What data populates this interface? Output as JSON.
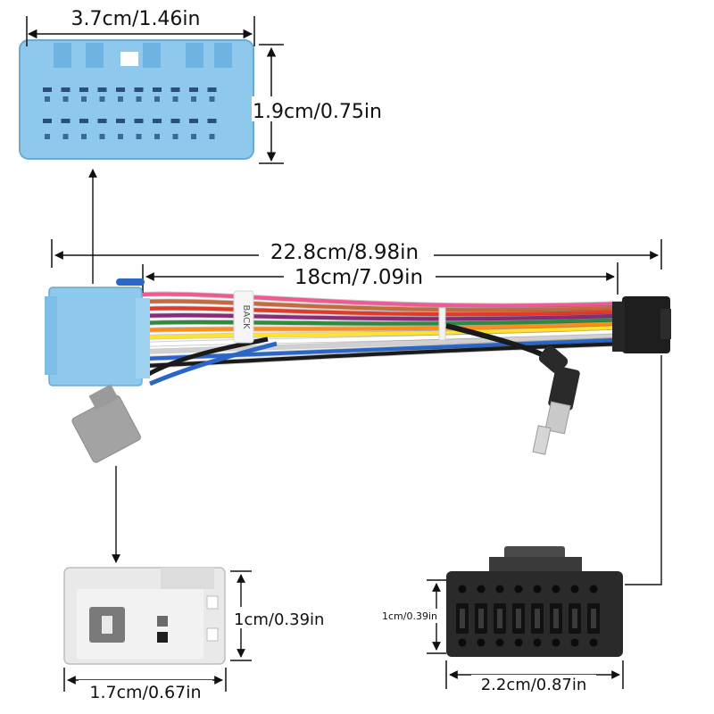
{
  "dimensions": {
    "blue_connector_width": "3.7cm/1.46in",
    "blue_connector_height": "1.9cm/0.75in",
    "overall_length": "22.8cm/8.98in",
    "wire_length": "18cm/7.09in",
    "grey_connector_height": "1cm/0.39in",
    "grey_connector_width": "1.7cm/0.67in",
    "black_connector_height": "1cm/0.39in",
    "black_connector_width": "2.2cm/0.87in"
  },
  "colors": {
    "blue_connector": "#8ec8ec",
    "grey_connector": "#a3a3a3",
    "black_connector": "#1e1e1e",
    "light_connector": "#e9e9e9",
    "dimension_line": "#111111"
  },
  "wire_colors": [
    "#ef5a92",
    "#c46a3c",
    "#e23a2a",
    "#8a2a7a",
    "#2e8b3e",
    "#ff8c1a",
    "#ffe22a",
    "#ffffff",
    "#d0d0d0",
    "#2a66c7",
    "#1a1a1a"
  ],
  "label_on_wires": "BACK"
}
